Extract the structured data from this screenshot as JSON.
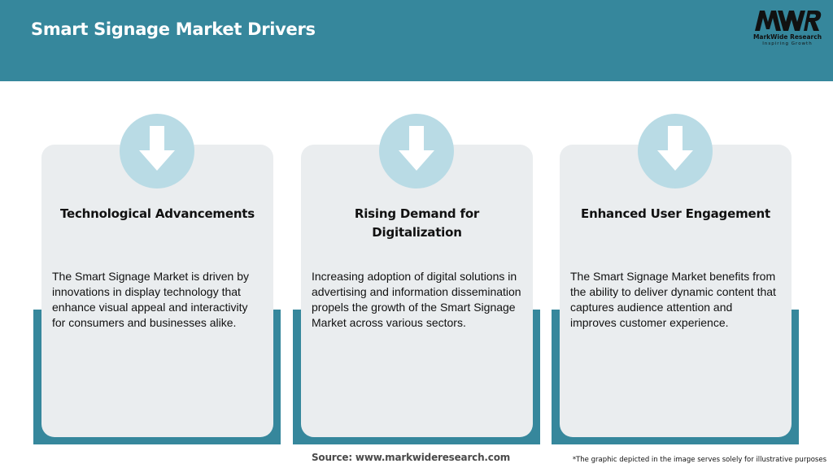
{
  "header": {
    "title": "Smart Signage Market Drivers",
    "background_color": "#36879c"
  },
  "logo": {
    "mark": "MWR",
    "name": "MarkWide Research",
    "tagline": "Inspiring Growth"
  },
  "cards": [
    {
      "icon": "arrow-down-icon",
      "title_lines": [
        "Technological Advancements"
      ],
      "body_lines": [
        "The Smart Signage Market is driven by",
        "innovations in display technology that",
        "enhance visual appeal and interactivity",
        "for consumers and businesses alike."
      ]
    },
    {
      "icon": "arrow-down-icon",
      "title_lines": [
        "Rising Demand for",
        "Digitalization"
      ],
      "body_lines": [
        "Increasing adoption of digital solutions in",
        "advertising and information dissemination",
        "propels the growth of the Smart Signage",
        "Market across various sectors."
      ]
    },
    {
      "icon": "arrow-down-icon",
      "title_lines": [
        "Enhanced User Engagement"
      ],
      "body_lines": [
        "The Smart Signage Market benefits from",
        "the ability to deliver dynamic content that",
        "captures audience attention and",
        "improves customer experience."
      ]
    }
  ],
  "colors": {
    "accent": "#36879c",
    "card_background": "#eaedef",
    "icon_circle": "#b9dbe5"
  },
  "footer": {
    "source": "Source: www.markwideresearch.com",
    "disclaimer": "*The graphic depicted in the image serves solely for illustrative purposes"
  }
}
